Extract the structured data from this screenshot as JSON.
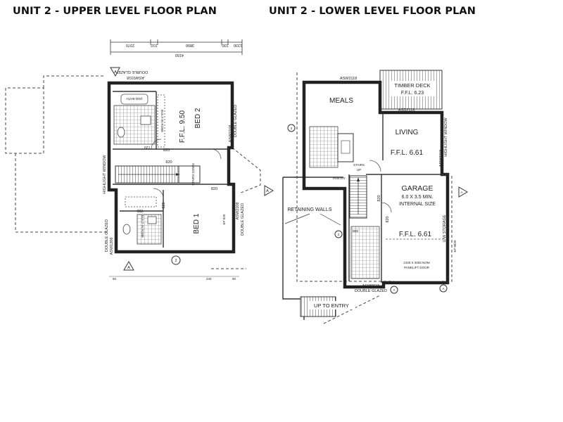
{
  "titles": {
    "upper": "UNIT 2 - UPPER LEVEL FLOOR PLAN",
    "lower": "UNIT 2 - LOWER LEVEL FLOOR PLAN"
  },
  "upper": {
    "dims": [
      "2370",
      "310",
      "3800",
      "330",
      "1330",
      "4150"
    ],
    "rooms": {
      "bed2": "BED 2",
      "bed2_ffl": "F.F.L. 9.50",
      "bed1": "BED 1"
    },
    "labels": {
      "window_top": "ASW0318",
      "glazed_top": "DOUBLE GLAZED",
      "highlight_window": "HIGHLIGHT WINDOW",
      "stairs_down": "STAIRS DOWN",
      "double_glazed_left": "DOUBLE GLAZED",
      "window_left": "ASW1206",
      "double_glazed_right": "DOUBLE GLAZED",
      "window_right": "ASW2108",
      "double_glazed_right2": "DOUBLE GLAZED",
      "window_right2": "ASW2108",
      "bath_left": "1500 BATH",
      "robe_left": "BUILT-IN ROBE",
      "w720": "720",
      "w820": "820",
      "w820b": "820",
      "w820c": "820",
      "w720b": "720",
      "w820d": "820",
      "robe_right": "BUILT-IN ROBE",
      "ep": "EP 820"
    },
    "markers": {
      "a_top": "A",
      "a_bottom": "A",
      "two": "2",
      "a_right": "A"
    },
    "bottom_dims": [
      "90",
      "240",
      "90"
    ]
  },
  "lower": {
    "rooms": {
      "meals": "MEALS",
      "living": "LIVING",
      "living_ffl": "F.F.L. 6.61",
      "deck": "TIMBER DECK",
      "deck_ffl": "F.F.L. 6.23",
      "garage": "GARAGE",
      "garage_size1": "6.0 X 3.5 MIN.",
      "garage_size2": "INTERNAL SIZE",
      "garage_ffl": "F.F.L. 6.61",
      "garage_door1": "2100 X 3000 NOM",
      "garage_door2": "PANELIFT DOOR"
    },
    "labels": {
      "window_top": "ASW2118",
      "window_deck": "ASD2118",
      "stairs_up": "STAIRS UP",
      "pantry": "PANTRY",
      "retaining_walls": "RETAINING WALLS",
      "window_bottom": "ASW0515",
      "glazed_bottom": "DOUBLE GLAZED",
      "up_to_entry": "UP TO ENTRY",
      "highlight_right": "HIGHLIGHT WINDOW",
      "window_right": "ASW2118",
      "storage": "U/W STORAGE",
      "door820": "820",
      "door820b": "820",
      "wm": "WM",
      "dim_right": "EF 0820"
    },
    "markers": {
      "two_left": "2",
      "two_mid": "2",
      "a_right": "A",
      "a_bottom": "A",
      "a_bottom2": "A"
    }
  }
}
